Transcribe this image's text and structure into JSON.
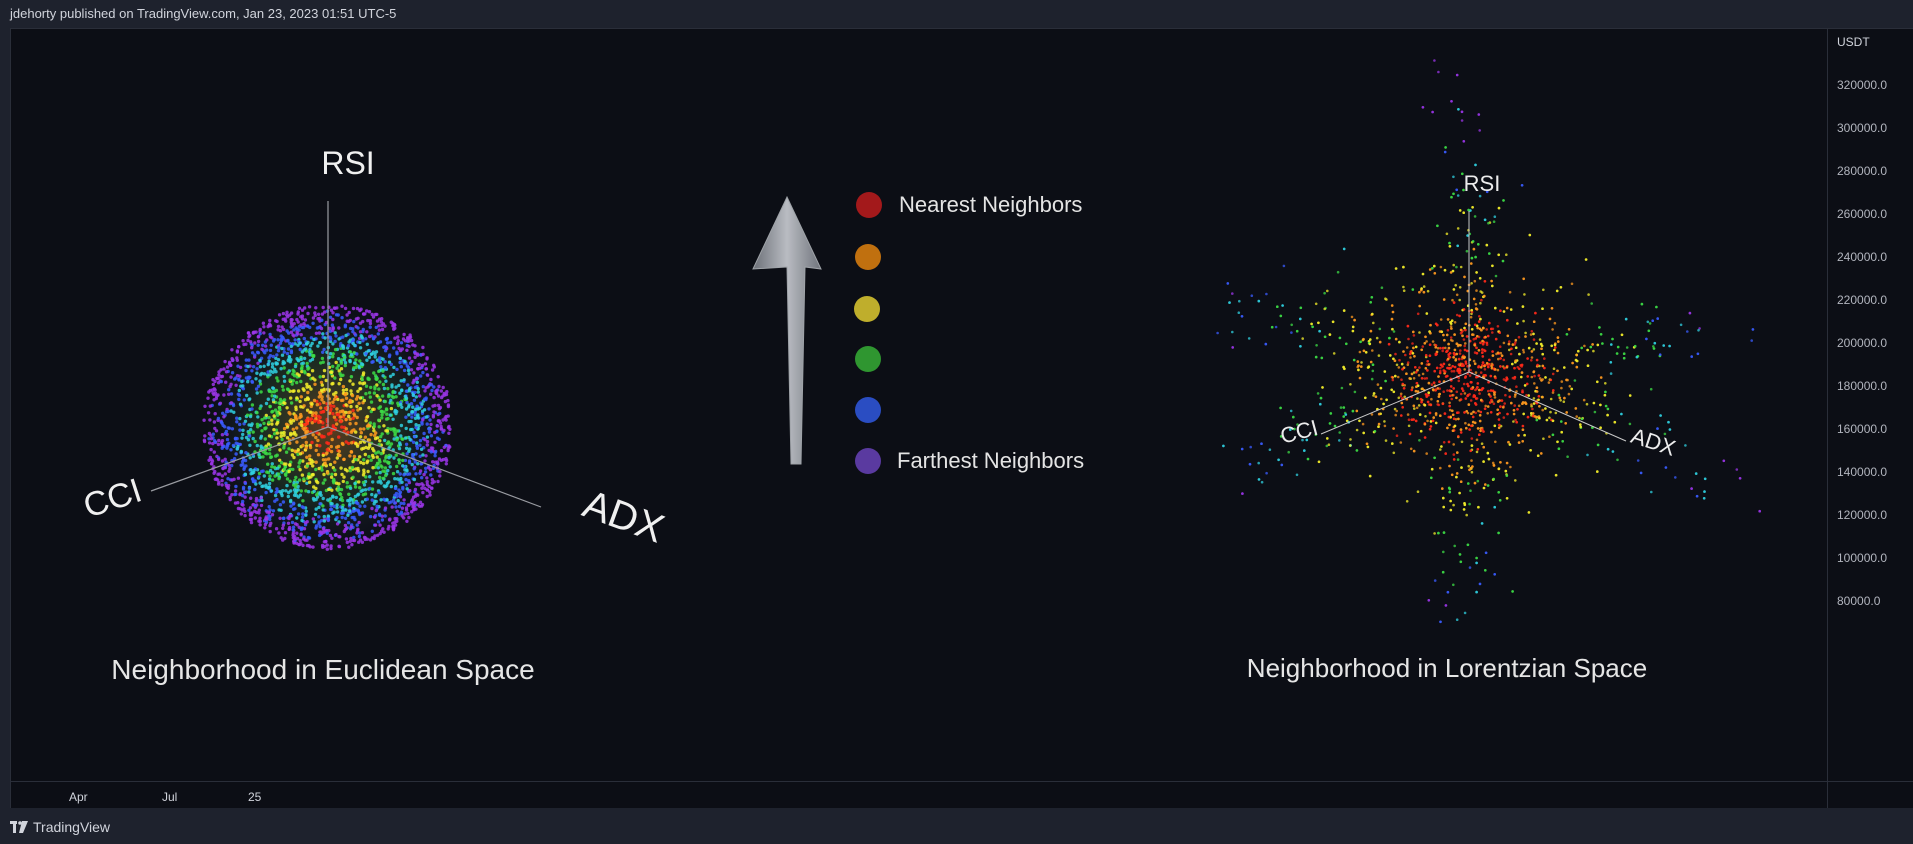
{
  "header": {
    "publisher_text": "jdehorty published on TradingView.com, Jan 23, 2023 01:51 UTC-5"
  },
  "price_axis": {
    "currency": "USDT",
    "ticks": [
      "320000.0",
      "300000.0",
      "280000.0",
      "260000.0",
      "240000.0",
      "220000.0",
      "200000.0",
      "180000.0",
      "160000.0",
      "140000.0",
      "120000.0",
      "100000.0",
      "80000.0"
    ]
  },
  "time_axis": {
    "labels": [
      "Apr",
      "Jul",
      "25"
    ]
  },
  "left_plot": {
    "title": "Neighborhood in Euclidean Space",
    "axis_labels": {
      "rsi": "RSI",
      "cci": "CCI",
      "adx": "ADX"
    }
  },
  "legend": {
    "nearest_label": "Nearest Neighbors",
    "farthest_label": "Farthest Neighbors",
    "colors": [
      "#a3191b",
      "#c0700f",
      "#bfae2c",
      "#2f9630",
      "#2a4dc2",
      "#5a3aa0"
    ]
  },
  "right_plot": {
    "title": "Neighborhood in Lorentzian Space",
    "axis_labels": {
      "rsi": "RSI",
      "cci": "CCI",
      "adx": "ADX"
    }
  },
  "footer": {
    "brand": "TradingView",
    "logo_icon": "tradingview-logo-icon"
  }
}
